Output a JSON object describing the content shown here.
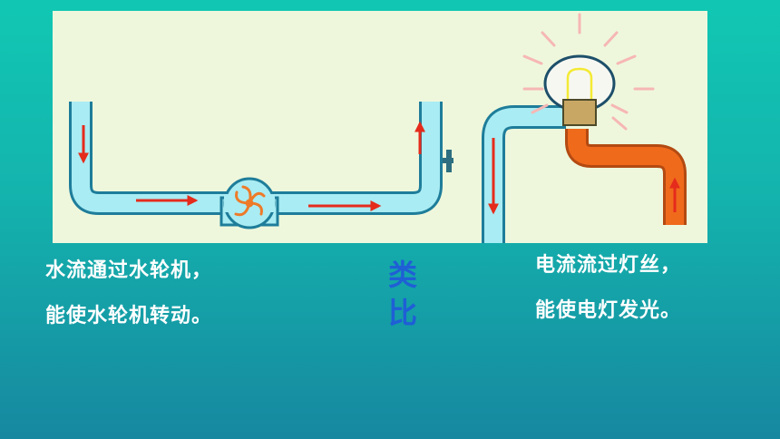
{
  "water_caption": {
    "line1": "水流通过水轮机，",
    "line2": "能使水轮机转动。"
  },
  "analogy_label": {
    "char1": "类",
    "char2": "比"
  },
  "electric_caption": {
    "line1": "电流流过灯丝，",
    "line2": "能使电灯发光。"
  },
  "colors": {
    "water": "#a9ecf3",
    "pipe_outline": "#1e7d9a",
    "arrow": "#e52b1c",
    "turbine": "#ee7a28",
    "hot_wire": "#f06a1c",
    "socket": "#c8a764",
    "filament": "#f3ea35",
    "glow_rays": "#f6b7b4",
    "analogy_text": "#1f5fd6"
  }
}
